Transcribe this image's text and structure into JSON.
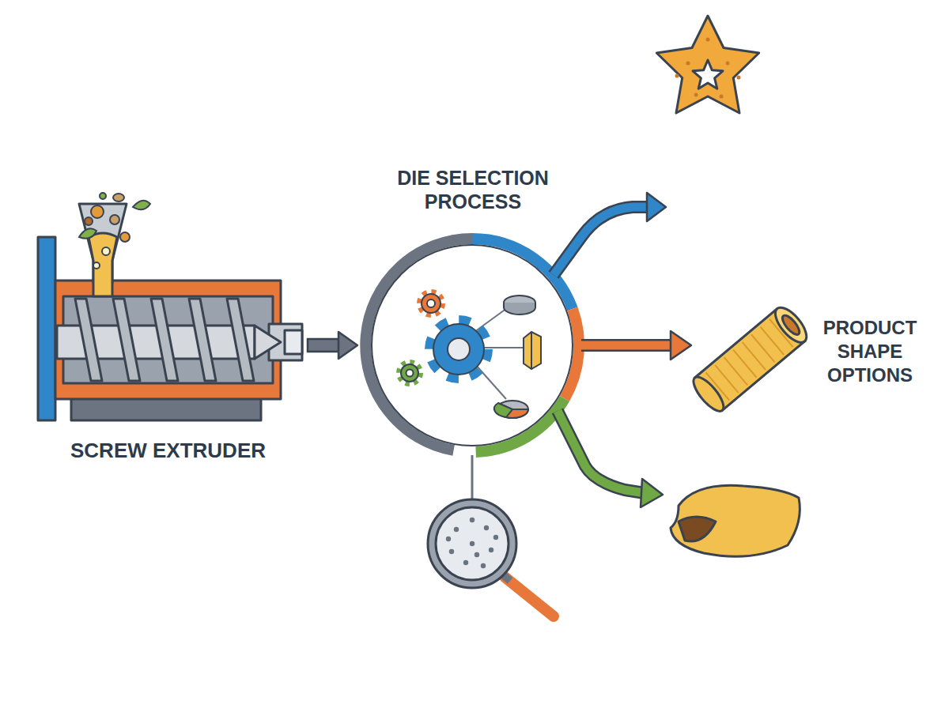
{
  "diagram": {
    "nodes": [
      {
        "text": [
          "SCREW EXTRUDER"
        ]
      },
      {
        "text": [
          "DIE SELECTION PROCESS"
        ]
      }
    ],
    "edges": [
      {
        "from": 0,
        "to": 1,
        "arrow": "to"
      }
    ],
    "labels": [
      "PRODUCT SHAPE OPTIONS"
    ]
  }
}
